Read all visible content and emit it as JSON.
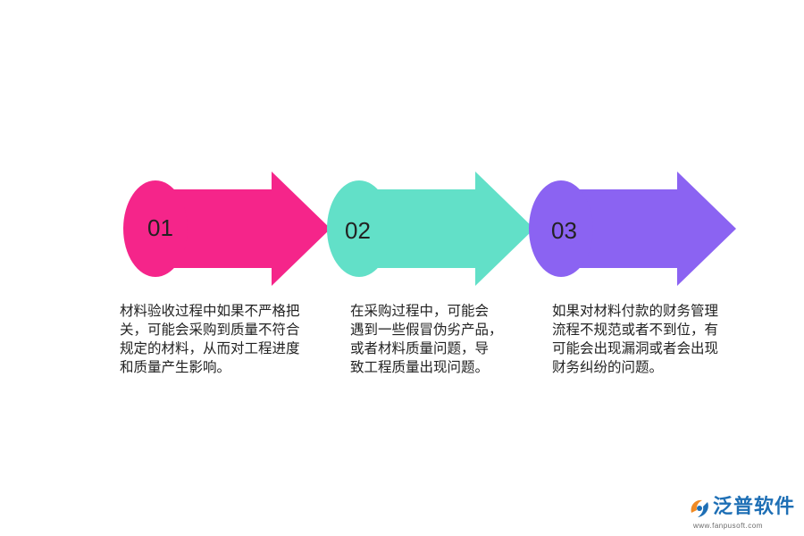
{
  "steps": [
    {
      "number": "01",
      "color": "#f5258a",
      "lines": [
        "材料验收过程中如果不严格把",
        "关，可能会采购到质量不符合",
        "规定的材料，从而对工程进度",
        "和质量产生影响。"
      ]
    },
    {
      "number": "02",
      "color": "#62e0c8",
      "lines": [
        "在采购过程中，可能会",
        "遇到一些假冒伪劣产品，",
        "或者材料质量问题，导",
        "致工程质量出现问题。"
      ]
    },
    {
      "number": "03",
      "color": "#8b63f2",
      "lines": [
        "如果对材料付款的财务管理",
        "流程不规范或者不到位，有",
        "可能会出现漏洞或者会出现",
        "财务纠纷的问题。"
      ]
    }
  ],
  "logo": {
    "name": "泛普软件",
    "url": "www.fanpusoft.com",
    "icon": "fanpu-logo-icon",
    "colors": {
      "blue": "#1e6fb5",
      "orange": "#f08a24"
    }
  }
}
